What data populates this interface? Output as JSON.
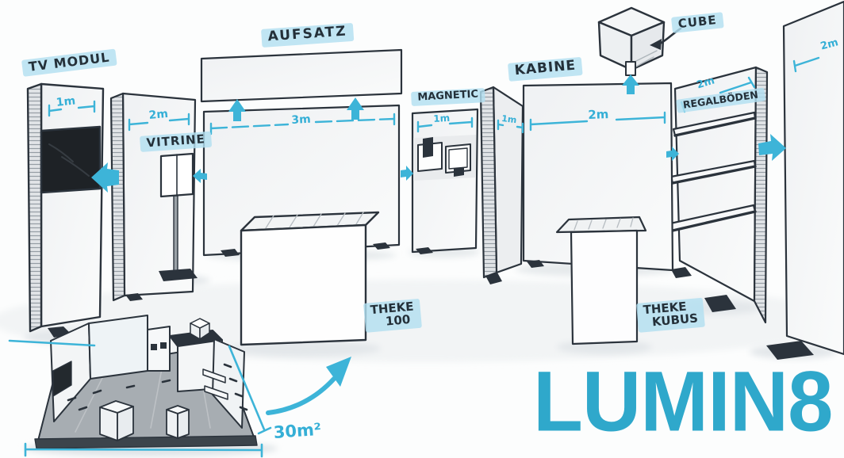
{
  "brand": {
    "logo_text": "LUMIN8",
    "area_label": "30m²"
  },
  "colors": {
    "accent_cyan": "#3db4d8",
    "ink": "#2b333c",
    "highlight_wash": "#b2dff0",
    "logo_blue": "#2fa8cb",
    "tv_screen": "#1e2226"
  },
  "modules": {
    "tv_modul": {
      "label": "TV MODUL",
      "width": "1m"
    },
    "vitrine": {
      "label": "VITRINE",
      "width": "2m"
    },
    "aufsatz": {
      "label": "AUFSATZ"
    },
    "wall": {
      "width": "3m"
    },
    "magnetic": {
      "label": "MAGNETIC",
      "width": "1m"
    },
    "kabine": {
      "label": "KABINE",
      "side_width": "1m",
      "front_width": "2m"
    },
    "cube": {
      "label": "CUBE"
    },
    "regalboeden": {
      "label": "REGALBÖDEN",
      "width": "2m"
    },
    "side_panel": {
      "width": "2m"
    },
    "theke_100": {
      "label_line1": "THEKE",
      "label_line2": "100"
    },
    "theke_kubus": {
      "label_line1": "THEKE",
      "label_line2": "KUBUS"
    }
  }
}
